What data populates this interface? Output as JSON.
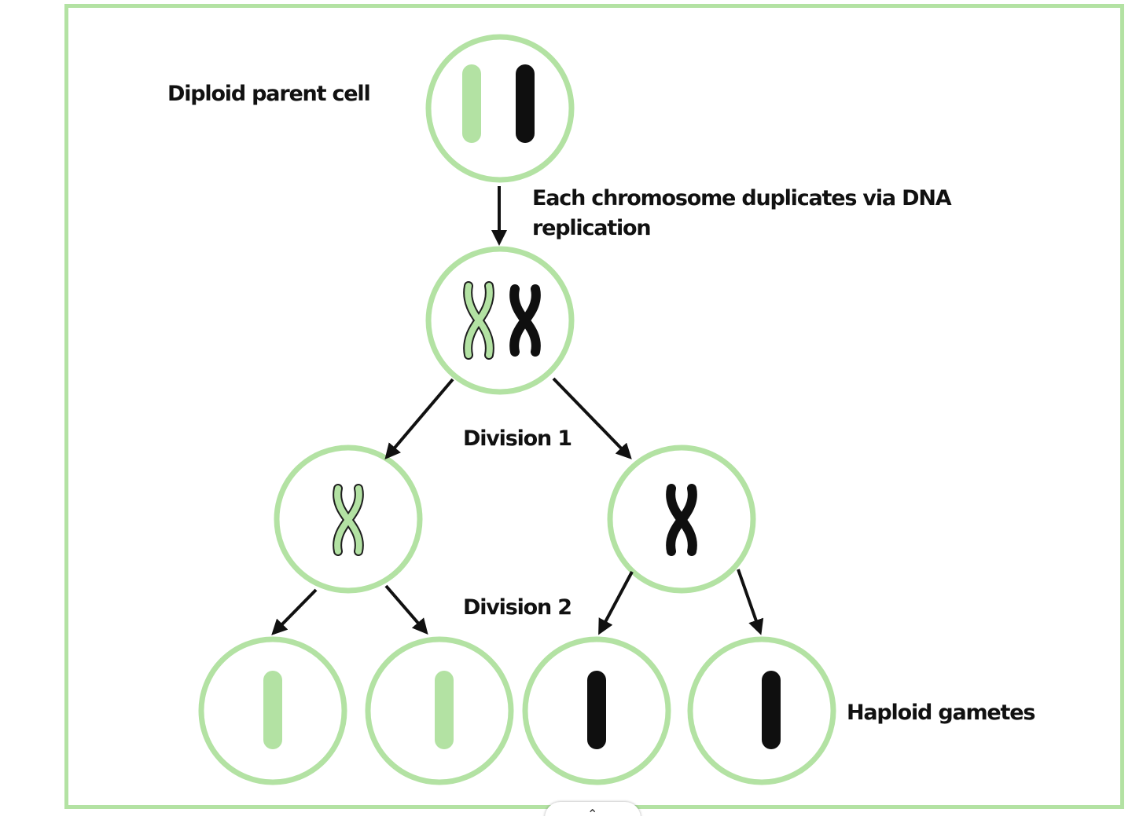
{
  "labels": {
    "parent": "Diploid parent cell",
    "replication": "Each chromosome duplicates via DNA replication",
    "division1": "Division 1",
    "division2": "Division 2",
    "gametes": "Haploid gametes"
  },
  "colors": {
    "cell_border": "#b3e2a3",
    "frame_border": "#b3e2a3",
    "chromosome_green": "#b3e2a3",
    "chromosome_black": "#0f0f0f",
    "arrow": "#111111"
  },
  "icons": {
    "scroll_handle": "up-chevron-icon"
  }
}
